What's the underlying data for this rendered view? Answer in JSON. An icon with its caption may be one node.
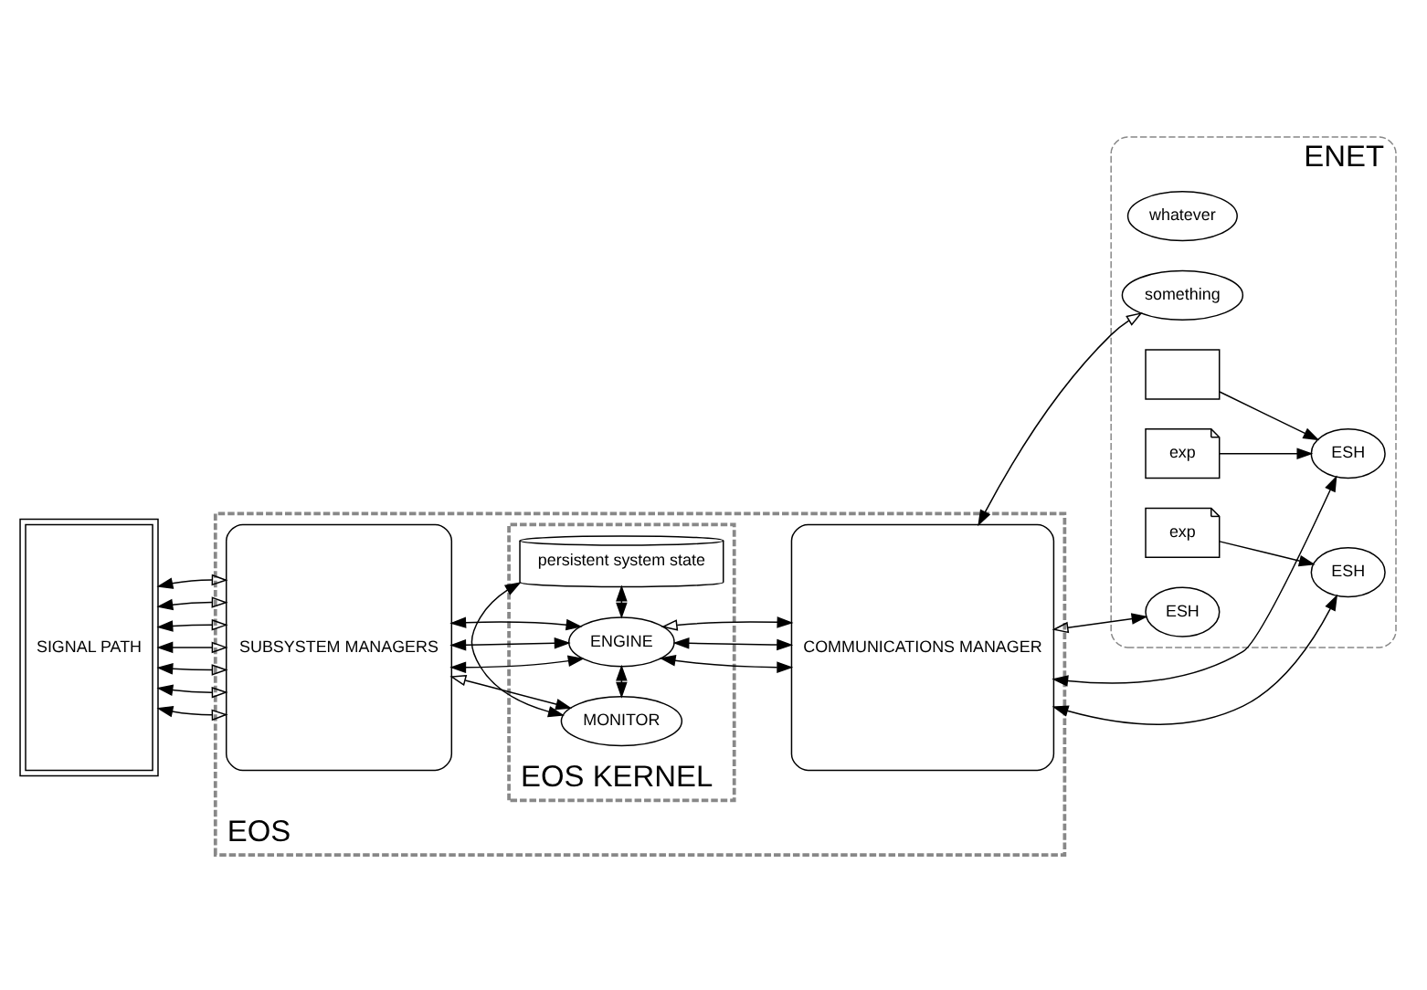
{
  "diagram": {
    "nodes": [
      {
        "text": [
          "SIGNAL PATH"
        ]
      },
      {
        "text": [
          "EOS"
        ]
      },
      {
        "text": [
          "SUBSYSTEM MANAGERS"
        ],
        "in": 1
      },
      {
        "text": [
          "EOS KERNEL"
        ],
        "in": 1
      },
      {
        "text": [
          "MONITOR"
        ],
        "in": 3
      },
      {
        "text": [
          "persistent system state"
        ],
        "in": 3
      },
      {
        "text": [
          "ENGINE"
        ],
        "in": 3
      },
      {
        "text": [
          "COMMUNICATIONS MANAGER"
        ],
        "in": 1
      },
      {
        "text": [
          "ENET"
        ]
      },
      {
        "text": [
          "whatever"
        ],
        "in": 8
      },
      {
        "text": [
          "something"
        ],
        "in": 8
      },
      {
        "text": [],
        "shape": "box",
        "in": 8
      },
      {
        "text": [
          "exp"
        ],
        "in": 8
      },
      {
        "text": [
          "ESH"
        ],
        "in": 8
      },
      {
        "text": [
          "ESH"
        ],
        "in": 8
      },
      {
        "text": [
          "exp"
        ],
        "in": 8
      },
      {
        "text": [
          "ESH"
        ],
        "in": 8
      }
    ],
    "edges": [
      {
        "from": 0,
        "to": 2,
        "arrow": "both"
      },
      {
        "from": 0,
        "to": 2,
        "arrow": "both"
      },
      {
        "from": 0,
        "to": 2,
        "arrow": "both"
      },
      {
        "from": 0,
        "to": 2,
        "arrow": "both"
      },
      {
        "from": 0,
        "to": 2,
        "arrow": "both"
      },
      {
        "from": 0,
        "to": 2,
        "arrow": "both"
      },
      {
        "from": 0,
        "to": 2,
        "arrow": "both"
      },
      {
        "from": 2,
        "to": 4,
        "arrow": "both"
      },
      {
        "from": 2,
        "to": 6,
        "arrow": "both"
      },
      {
        "from": 2,
        "to": 6,
        "arrow": "both"
      },
      {
        "from": 2,
        "to": 6,
        "arrow": "both"
      },
      {
        "from": 4,
        "to": 6,
        "arrow": "both"
      },
      {
        "from": 4,
        "to": 5,
        "arrow": "both"
      },
      {
        "from": 5,
        "to": 6,
        "arrow": "both"
      },
      {
        "from": 6,
        "to": 7,
        "arrow": "both"
      },
      {
        "from": 6,
        "to": 7,
        "arrow": "both"
      },
      {
        "from": 6,
        "to": 7,
        "arrow": "both"
      },
      {
        "from": 7,
        "to": 10,
        "arrow": "both"
      },
      {
        "from": 7,
        "to": 13,
        "arrow": "both"
      },
      {
        "from": 7,
        "to": 14,
        "arrow": "both"
      },
      {
        "from": 7,
        "to": 16,
        "arrow": "both"
      },
      {
        "from": 11,
        "to": 13,
        "arrow": "to"
      },
      {
        "from": 12,
        "to": 13,
        "arrow": "to"
      },
      {
        "from": 15,
        "to": 14,
        "arrow": "to"
      }
    ]
  }
}
